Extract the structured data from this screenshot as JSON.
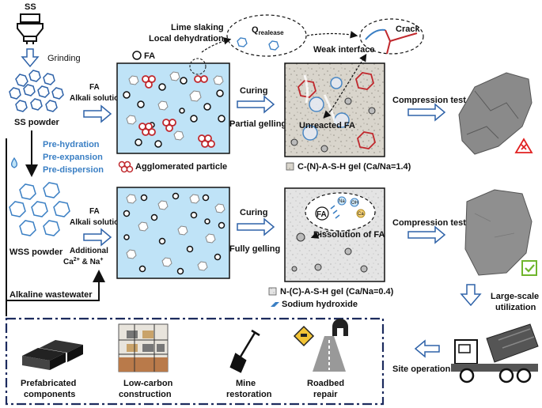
{
  "top": {
    "ss": "SS",
    "grinding": "Grinding",
    "ss_powder": "SS powder",
    "fa_legend": "FA",
    "fa_alkali_1": "FA",
    "fa_alkali_2": "Alkali solution",
    "lime_slaking": "Lime slaking",
    "local_dehydration": "Local dehydration",
    "q_release": "Q",
    "q_release_sub": "realease",
    "crack": "Crack",
    "weak_interface": "Weak interface",
    "curing": "Curing",
    "partial_gelling": "Partial gelling",
    "unreacted_fa": "Unreacted FA",
    "compression_test": "Compression test",
    "agglomerated": "Agglomerated particle",
    "gel_legend": "C-(N)-A-S-H gel (Ca/Na=1.4)"
  },
  "pre": {
    "line1": "Pre-hydration",
    "line2": "Pre-expansion",
    "line3": "Pre-dispersion"
  },
  "bottom": {
    "fa_alkali_1": "FA",
    "fa_alkali_2": "Alkali solution",
    "wss_powder": "WSS powder",
    "additional_1": "Additional",
    "additional_2": "Ca",
    "additional_2b": "& Na",
    "alkaline_wastewater": "Alkaline wastewater",
    "curing": "Curing",
    "fully_gelling": "Fully gelling",
    "fa_in_bubble": "FA",
    "dissolution": "Dissolution of FA",
    "compression_test": "Compression test",
    "gel_legend": "N-(C)-A-S-H gel (Ca/Na=0.4)",
    "naoh_legend": "Sodium hydroxide",
    "ion_na": "Na",
    "ion_oh": "OH",
    "ion_ca": "Ca"
  },
  "right": {
    "large_scale_1": "Large-scale",
    "large_scale_2": "utilization",
    "site_operation": "Site operation"
  },
  "apps": [
    {
      "line1": "Prefabricated",
      "line2": "components"
    },
    {
      "line1": "Low-carbon",
      "line2": "construction"
    },
    {
      "line1": "Mine",
      "line2": "restoration"
    },
    {
      "line1": "Roadbed",
      "line2": "repair"
    }
  ],
  "colors": {
    "panel_blue": "#bfe3f7",
    "agglomerate_red": "#c0282d",
    "accent_blue": "#3a7fc4",
    "fail_red": "#e02020",
    "pass_green": "#6fb52c"
  }
}
